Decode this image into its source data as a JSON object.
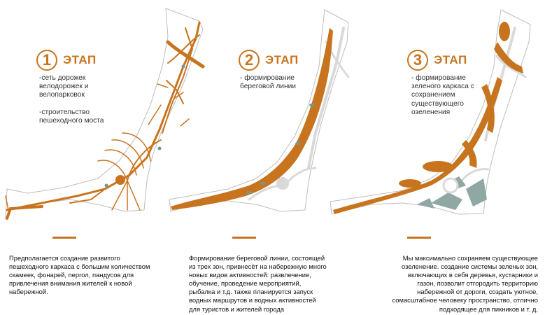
{
  "stages": [
    {
      "number": "1",
      "word": "ЭТАП",
      "notes": "-сеть дорожек\nвелодорожек и\nвелопарковок\n\n-строительство\nпешеходного моста",
      "description": "Предполагается создание развитого\nпешеходного каркаса с большим количеством\nскамеек, фонарей, пергол, пандусов для\nпривлечения внимания жителей к новой\nнабережной."
    },
    {
      "number": "2",
      "word": "ЭТАП",
      "notes": "- формирование\nбереговой линии",
      "description": "Формирование береговой линии, состоящей\nиз трех зон, привнесёт на набережную много\nновых видов активностей: развлечение,\nобучение, проведение мероприятий,\nрыбалка и т.д. также планируется запуск\nводных маршрутов и водных активностей\nдля туристов и жителей города"
    },
    {
      "number": "3",
      "word": "ЭТАП",
      "notes": "- формирование\nзеленого каркаса с\nсохранением\nсуществующего\nозеленения",
      "description": "Мы максимально сохраняем существующее\nозеленение. создание системы зеленых зон,\nвключающих в себя деревья, кустарники и\nгазон, позволит отгородить территорию\nнабережной от дороги, создать уютное,\nсомасштабное человеку пространство, отлично\nподходящее для пикников и т. д."
    }
  ],
  "colors": {
    "accent": "#c8741f",
    "path_gray": "#d9d9d9",
    "outline": "#bdbdbd",
    "green_zone": "#8fa8a3"
  }
}
